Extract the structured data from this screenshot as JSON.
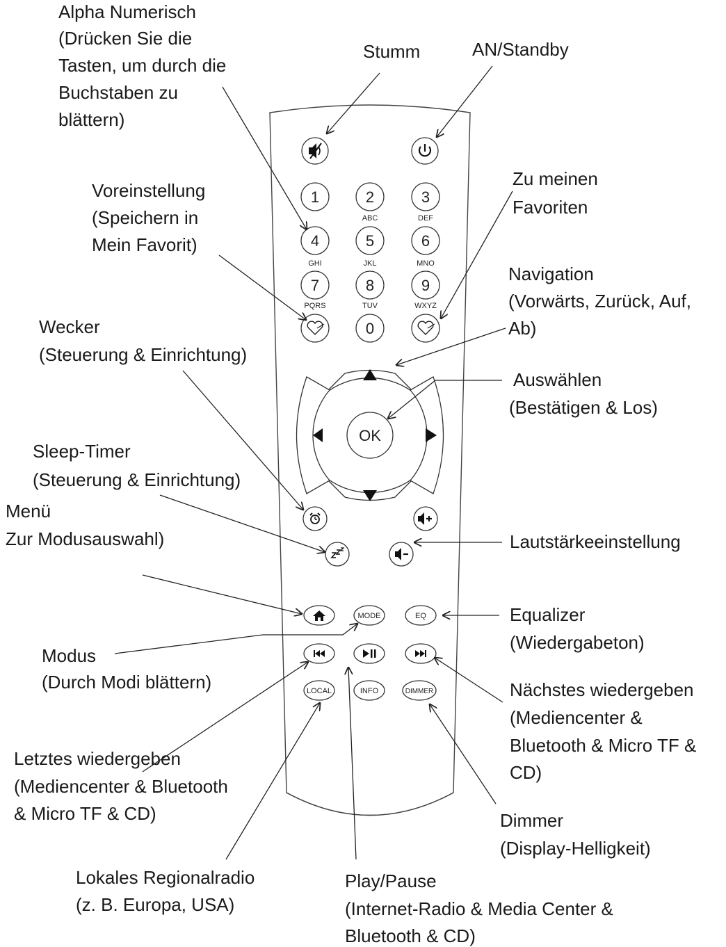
{
  "labels": {
    "alpha": [
      "Alpha Numerisch",
      "(Drücken Sie die",
      "Tasten, um durch die",
      "Buchstaben zu",
      "blättern)"
    ],
    "mute": [
      "Stumm"
    ],
    "power": [
      "AN/Standby"
    ],
    "preset": [
      "Voreinstellung",
      "(Speichern in",
      "Mein Favorit)"
    ],
    "favorites": [
      "Zu meinen",
      "Favoriten"
    ],
    "navigation": [
      "Navigation",
      "(Vorwärts, Zurück, Auf,",
      "Ab)"
    ],
    "alarm": [
      "Wecker",
      "(Steuerung & Einrichtung)"
    ],
    "select": [
      "Auswählen",
      "(Bestätigen & Los)"
    ],
    "sleep": [
      "Sleep-Timer",
      "(Steuerung & Einrichtung)"
    ],
    "menu": [
      "Menü",
      "Zur Modusauswahl)"
    ],
    "volume": [
      "Lautstärkeeinstellung"
    ],
    "equalizer": [
      "Equalizer",
      "(Wiedergabeton)"
    ],
    "mode": [
      "Modus",
      "(Durch Modi blättern)"
    ],
    "next": [
      "Nächstes wiedergeben",
      "(Mediencenter &",
      "Bluetooth & Micro TF &",
      "CD)"
    ],
    "prev": [
      "Letztes wiedergeben",
      "(Mediencenter & Bluetooth",
      "& Micro TF & CD)"
    ],
    "dimmer": [
      "Dimmer",
      "(Display-Helligkeit)"
    ],
    "local": [
      "Lokales Regionalradio",
      "(z. B. Europa, USA)"
    ],
    "playpause": [
      "Play/Pause",
      "(Internet-Radio & Media Center &",
      "Bluetooth & CD)"
    ]
  },
  "remote": {
    "digits": [
      "1",
      "2",
      "3",
      "4",
      "5",
      "6",
      "7",
      "8",
      "9",
      "0"
    ],
    "letters": [
      "ABC",
      "DEF",
      "GHI",
      "JKL",
      "MNO",
      "PQRS",
      "TUV",
      "WXYZ"
    ],
    "ok": "OK",
    "mode_btn": "MODE",
    "eq_btn": "EQ",
    "local_btn": "LOCAL",
    "info_btn": "INFO",
    "dimmer_btn": "DIMMER"
  },
  "icons": [
    "mute-icon",
    "power-icon",
    "heart-icon",
    "arrow-up-icon",
    "arrow-down-icon",
    "arrow-left-icon",
    "arrow-right-icon",
    "alarm-icon",
    "sleep-icon",
    "volume-up-icon",
    "volume-down-icon",
    "home-icon",
    "previous-icon",
    "play-pause-icon",
    "next-icon"
  ]
}
